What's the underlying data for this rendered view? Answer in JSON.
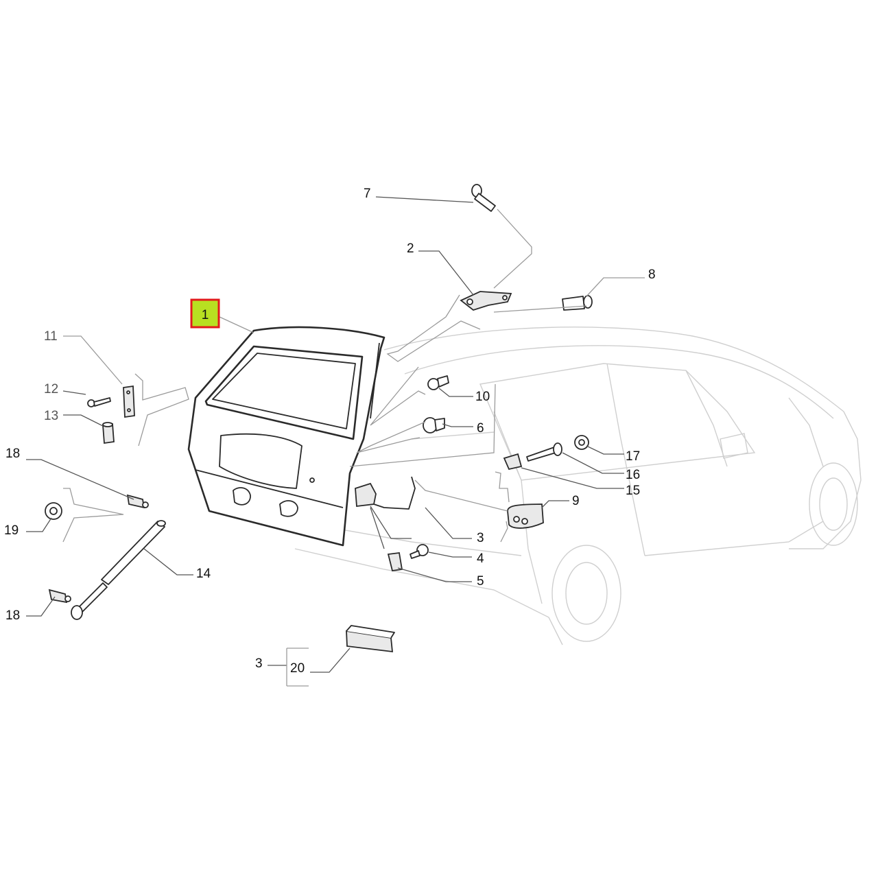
{
  "diagram": {
    "highlight_fill": "#b8e021",
    "highlight_border": "#e11b1b",
    "callouts": {
      "c1": "1",
      "c2": "2",
      "c3a": "3",
      "c3b": "3",
      "c4": "4",
      "c5": "5",
      "c6": "6",
      "c7": "7",
      "c8": "8",
      "c9": "9",
      "c10": "10",
      "c11": "11",
      "c12": "12",
      "c13": "13",
      "c14": "14",
      "c15": "15",
      "c16": "16",
      "c17": "17",
      "c18a": "18",
      "c18b": "18",
      "c19": "19",
      "c20": "20"
    }
  }
}
